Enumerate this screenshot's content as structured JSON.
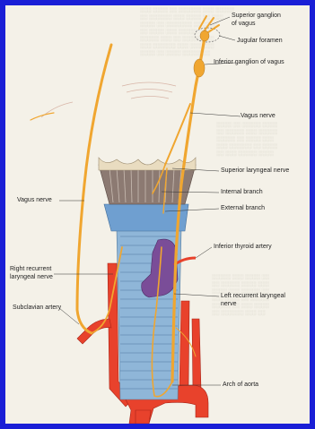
{
  "labels": {
    "superior_ganglion": "Superior ganglion",
    "of_vagus": "of vagus",
    "jugular_foramen": "Jugular foramen",
    "inferior_ganglion": "Inferior ganglion of vagus",
    "vagus_right": "Vagus nerve",
    "vagus_left": "Vagus nerve",
    "superior_laryngeal": "Superior laryngeal nerve",
    "internal_branch": "Internal branch",
    "external_branch": "External branch",
    "inferior_thyroid": "Inferior thyroid artery",
    "right_recurrent_1": "Right recurrent",
    "right_recurrent_2": "laryngeal nerve",
    "left_recurrent_1": "Left recurrent laryngeal",
    "left_recurrent_2": "nerve",
    "subclavian": "Subclavian artery",
    "arch_aorta": "Arch of aorta"
  },
  "colors": {
    "frame": "#1a1fd6",
    "page": "#f4f1e8",
    "nerve": "#f0a630",
    "artery": "#e8422c",
    "trachea": "#8fb6d8",
    "thyroid": "#7a4d98",
    "cartilage": "#e9dcc0"
  }
}
